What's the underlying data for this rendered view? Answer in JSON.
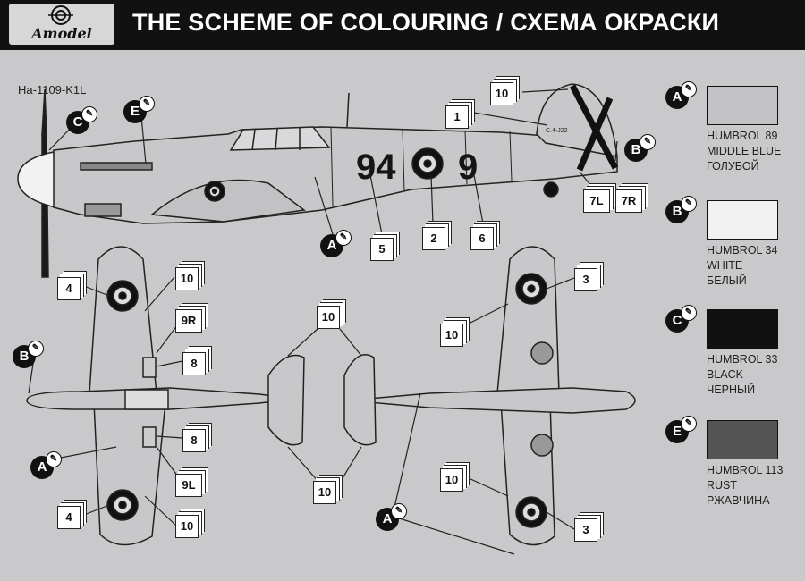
{
  "header": {
    "logo_text": "Amodel",
    "title": "THE SCHEME OF COLOURING / СХЕМА ОКРАСКИ"
  },
  "model": "Ha-1109-K1L",
  "side_view": {
    "code_left": "94",
    "code_right": "9",
    "tail_marking": "C.4-J22"
  },
  "legend": [
    {
      "letter": "A",
      "code": "HUMBROL 89",
      "name_en": "MIDDLE BLUE",
      "name_ru": "ГОЛУБОЙ",
      "color": "#c2c2c4"
    },
    {
      "letter": "B",
      "code": "HUMBROL 34",
      "name_en": "WHITE",
      "name_ru": "БЕЛЫЙ",
      "color": "#f2f2f2"
    },
    {
      "letter": "C",
      "code": "HUMBROL 33",
      "name_en": "BLACK",
      "name_ru": "ЧЕРНЫЙ",
      "color": "#111111"
    },
    {
      "letter": "E",
      "code": "HUMBROL 113",
      "name_en": "RUST",
      "name_ru": "РЖАВЧИНА",
      "color": "#555556"
    }
  ],
  "badges": {
    "a": "A",
    "b": "B",
    "c": "C",
    "e": "E"
  },
  "callouts": {
    "c1": "1",
    "c2": "2",
    "c3": "3",
    "c4": "4",
    "c5": "5",
    "c6": "6",
    "c7l": "7L",
    "c7r": "7R",
    "c8": "8",
    "c9l": "9L",
    "c9r": "9R",
    "c10": "10"
  }
}
